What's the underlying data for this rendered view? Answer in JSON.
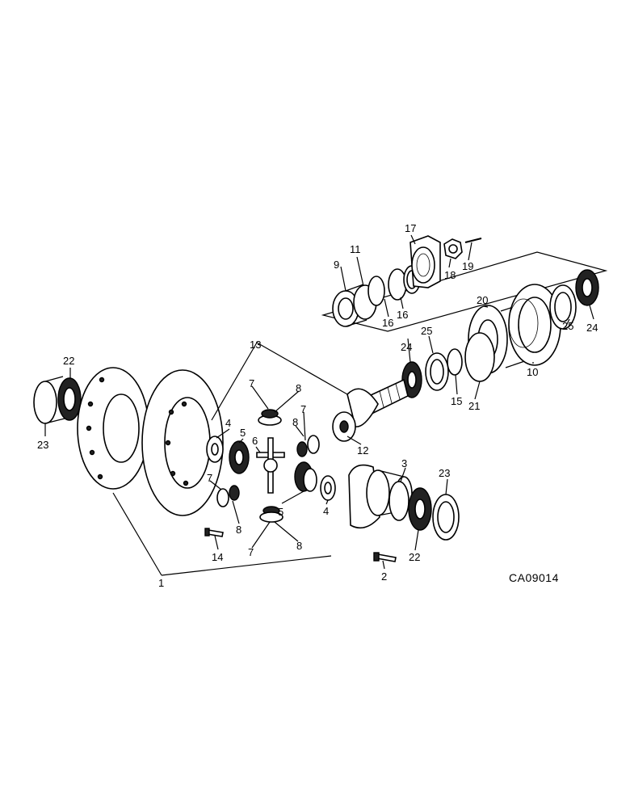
{
  "drawing_code": "CA09014",
  "callouts": {
    "c1": "1",
    "c2": "2",
    "c3": "3",
    "c4a": "4",
    "c4b": "4",
    "c5a": "5",
    "c5b": "5",
    "c6": "6",
    "c7a": "7",
    "c7b": "7",
    "c7c": "7",
    "c7d": "7",
    "c8a": "8",
    "c8b": "8",
    "c8c": "8",
    "c8d": "8",
    "c9": "9",
    "c10": "10",
    "c11": "11",
    "c12": "12",
    "c13": "13",
    "c14": "14",
    "c15": "15",
    "c16a": "16",
    "c16b": "16",
    "c17": "17",
    "c18": "18",
    "c19": "19",
    "c20": "20",
    "c21": "21",
    "c22a": "22",
    "c22b": "22",
    "c23a": "23",
    "c23b": "23",
    "c24a": "24",
    "c24b": "24",
    "c25a": "25",
    "c25b": "25"
  }
}
